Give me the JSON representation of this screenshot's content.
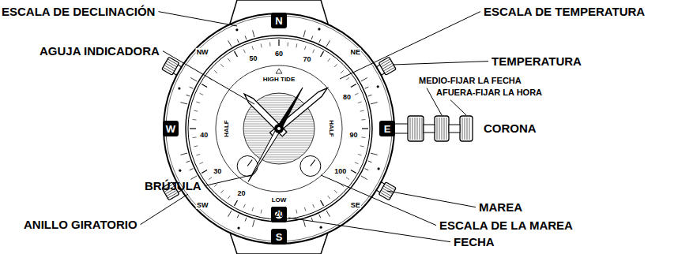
{
  "diagram": {
    "nodes": [
      {
        "text": [
          "N"
        ]
      },
      {
        "text": [
          "W"
        ]
      },
      {
        "text": [
          "E"
        ]
      },
      {
        "text": [
          "20"
        ]
      },
      {
        "text": [
          "S"
        ]
      }
    ],
    "labels": [
      "ESCALA DE DECLINACIÓN",
      "ESCALA DE TEMPERATURA",
      "AGUJA INDICADORA",
      "TEMPERATURA",
      "MEDIO-FIJAR LA FECHA",
      "AFUERA-FIJAR LA HORA",
      "CORONA",
      "BRÚJULA",
      "MAREA",
      "ANILLO GIRATORIO",
      "ESCALA DE LA MAREA",
      "FECHA",
      "NW",
      "NE",
      "SW",
      "SE",
      "HIGH TIDE",
      "HALF",
      "HALF",
      "LOW",
      "60",
      "70",
      "80",
      "90",
      "100",
      "50",
      "40",
      "30",
      "20"
    ]
  }
}
